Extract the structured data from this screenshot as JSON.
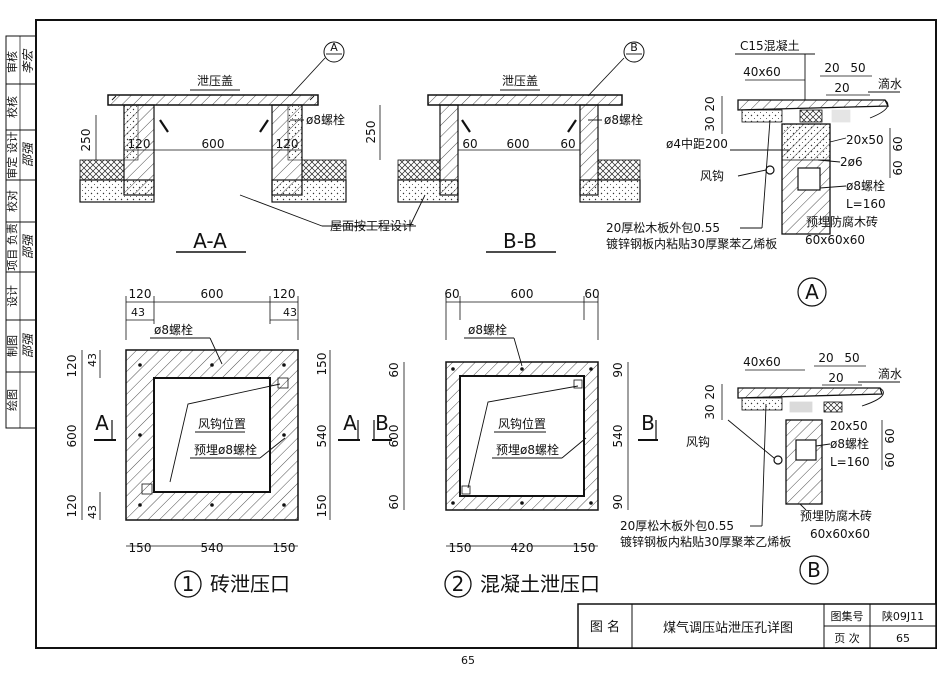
{
  "sidebar": {
    "rows": [
      {
        "label": "审核",
        "sign": "李宏"
      },
      {
        "label": "校核",
        "sign": ""
      },
      {
        "label": "审定 设计",
        "sign": "邵强"
      },
      {
        "label": "校对",
        "sign": ""
      },
      {
        "label": "项目 负责",
        "sign": "邵强"
      },
      {
        "label": "设计",
        "sign": ""
      },
      {
        "label": "制图",
        "sign": "邵强"
      },
      {
        "label": "绘图",
        "sign": ""
      }
    ]
  },
  "section_aa": {
    "title": "A-A",
    "cover_label": "泄压盖",
    "callout": "A",
    "bolt_label": "ø8螺栓",
    "dims": {
      "height": "250",
      "left": "120",
      "center": "600",
      "right": "120"
    },
    "roof_note": "屋面按工程设计"
  },
  "section_bb": {
    "title": "B-B",
    "cover_label": "泄压盖",
    "callout": "B",
    "bolt_label": "ø8螺栓",
    "dims": {
      "height": "250",
      "left": "60",
      "center": "600",
      "right": "60"
    }
  },
  "detail_a": {
    "callout": "A",
    "concrete": "C15混凝土",
    "d1": "40x60",
    "d2": "20",
    "d3": "50",
    "d4": "20",
    "drip": "滴水",
    "h1": "30",
    "h2": "20",
    "bar": "ø4中距200",
    "size": "20x50",
    "rebar": "2ø6",
    "hook": "风钩",
    "bolt": "ø8螺栓",
    "length": "L=160",
    "v1": "60",
    "v2": "60",
    "note1": "20厚松木板外包0.55",
    "note2": "镀锌钢板内粘贴30厚聚苯乙烯板",
    "block": "预埋防腐木砖",
    "block_size": "60x60x60"
  },
  "detail_b": {
    "callout": "B",
    "d1": "40x60",
    "d2": "20",
    "d3": "50",
    "d4": "20",
    "drip": "滴水",
    "h1": "30",
    "h2": "20",
    "size": "20x50",
    "hook": "风钩",
    "bolt": "ø8螺栓",
    "length": "L=160",
    "v1": "60",
    "v2": "60",
    "note1": "20厚松木板外包0.55",
    "note2": "镀锌钢板内粘贴30厚聚苯乙烯板",
    "block": "预埋防腐木砖",
    "block_size": "60x60x60"
  },
  "plan_1": {
    "number": "1",
    "title": "砖泄压口",
    "top_dims": [
      "120",
      "600",
      "120"
    ],
    "top_small": [
      "43",
      "43"
    ],
    "left_dims": [
      "120",
      "600",
      "120"
    ],
    "left_small": [
      "43",
      "43"
    ],
    "right_dims": [
      "150",
      "540",
      "150"
    ],
    "bottom_dims": [
      "150",
      "540",
      "150"
    ],
    "bolt": "ø8螺栓",
    "hook_pos": "风钩位置",
    "embed_bolt": "预埋ø8螺栓",
    "cut_left": "A",
    "cut_right": "A"
  },
  "plan_2": {
    "number": "2",
    "title": "混凝土泄压口",
    "top_dims": [
      "60",
      "600",
      "60"
    ],
    "left_dims": [
      "60",
      "600",
      "60"
    ],
    "right_dims": [
      "90",
      "540",
      "90"
    ],
    "bottom_dims": [
      "150",
      "420",
      "150"
    ],
    "bolt": "ø8螺栓",
    "hook_pos": "风钩位置",
    "embed_bolt": "预埋ø8螺栓",
    "cut_left": "B",
    "cut_right": "B"
  },
  "title_block": {
    "label": "图 名",
    "name": "煤气调压站泄压孔详图",
    "atlas_label": "图集号",
    "atlas_no": "陕09J11",
    "page_label": "页 次",
    "page_no": "65"
  },
  "footer_page": "65"
}
